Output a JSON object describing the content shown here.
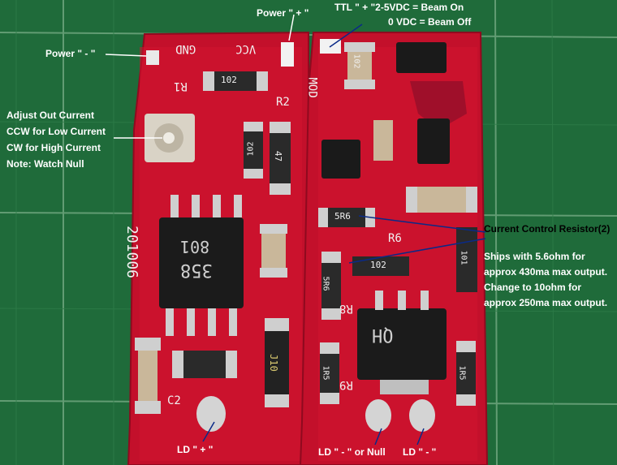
{
  "labels": {
    "power_plus": "Power \" + \"",
    "ttl_line1": "TTL \" + \"2-5VDC = Beam On",
    "ttl_line2": "0 VDC = Beam Off",
    "power_minus": "Power \" - \"",
    "adjust_1": "Adjust Out Current",
    "adjust_2": "CCW for Low Current",
    "adjust_3": "CW for High Current",
    "adjust_4": "Note: Watch Null",
    "ccr_1": "Current Control Resistor(2)",
    "ccr_2": "Ships with 5.6ohm for",
    "ccr_3": "approx 430ma max output.",
    "ccr_4": "Change to 10ohm for",
    "ccr_5": "approx 250ma max output.",
    "ld_plus": "LD \" + \"",
    "ld_minus_null": "LD \" - \" or Null",
    "ld_minus": "LD \" - \""
  },
  "silkscreen": {
    "gnd": "GND",
    "vcc": "VCC",
    "r1": "R1",
    "r2": "R2",
    "r6": "R6",
    "r8": "R8",
    "r9": "R9",
    "c2": "C2",
    "mod": "MOD",
    "board_id": "201006",
    "res_102a": "102",
    "res_102b": "102",
    "res_102c": "102",
    "res_102d": "102",
    "res_101": "101",
    "res_5r6a": "5R6",
    "res_5r6b": "5R6",
    "res_1r5a": "1R5",
    "res_1r5b": "1R5",
    "res_47": "47",
    "ic_358": "358",
    "ic_801": "801",
    "ic_qh": "QH",
    "cap_j10": "J10"
  },
  "colors": {
    "mat": "#1f6b3a",
    "board": "#c3102b",
    "board_edge": "#a00a22"
  }
}
